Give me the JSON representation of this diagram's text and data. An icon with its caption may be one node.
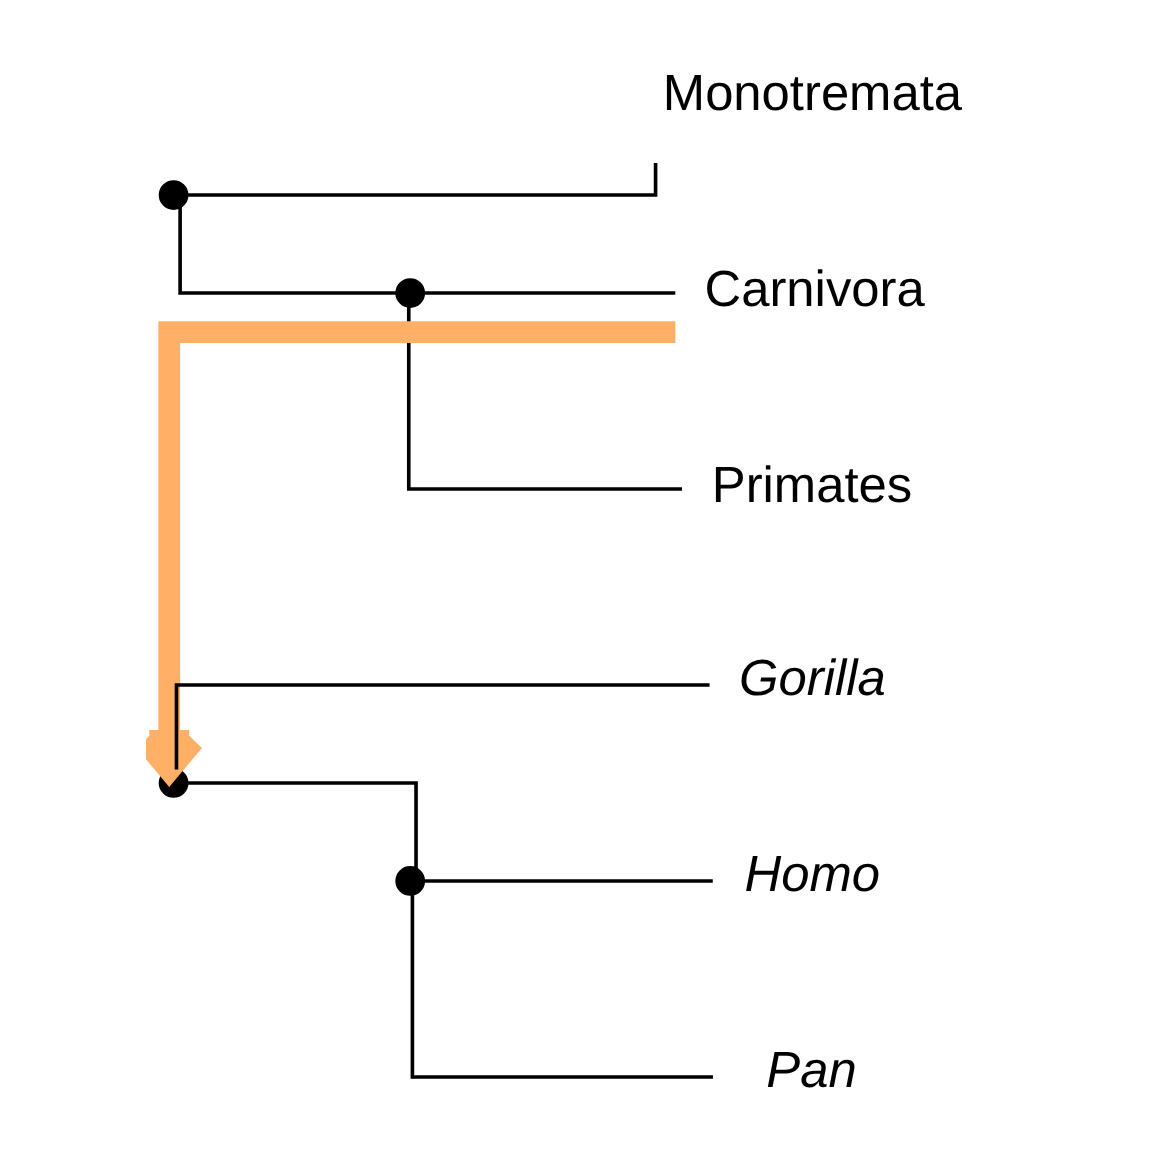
{
  "diagram": {
    "nodes": [
      {
        "text": [],
        "shape": "point"
      },
      {
        "text": [
          "Monotremata"
        ]
      },
      {
        "text": [],
        "shape": "point"
      },
      {
        "text": [
          "Carnivora"
        ]
      },
      {
        "text": [
          "Primates"
        ]
      },
      {
        "text": [],
        "shape": "point"
      },
      {
        "text": [
          "Gorilla"
        ]
      },
      {
        "text": [],
        "shape": "point"
      },
      {
        "text": [
          "Homo"
        ]
      },
      {
        "text": [
          "Pan"
        ]
      }
    ],
    "edges": [
      {
        "from": 0,
        "to": 1,
        "arrow": "none"
      },
      {
        "from": 0,
        "to": 2,
        "arrow": "none"
      },
      {
        "from": 2,
        "to": 3,
        "arrow": "none"
      },
      {
        "from": 2,
        "to": 4,
        "arrow": "none"
      },
      {
        "from": 5,
        "to": 6,
        "arrow": "none"
      },
      {
        "from": 5,
        "to": 7,
        "arrow": "none"
      },
      {
        "from": 7,
        "to": 8,
        "arrow": "none"
      },
      {
        "from": 7,
        "to": 9,
        "arrow": "none"
      },
      {
        "from": 3,
        "to": 5,
        "arrow": "to",
        "style": "thick",
        "color": "#ffb066"
      }
    ]
  }
}
